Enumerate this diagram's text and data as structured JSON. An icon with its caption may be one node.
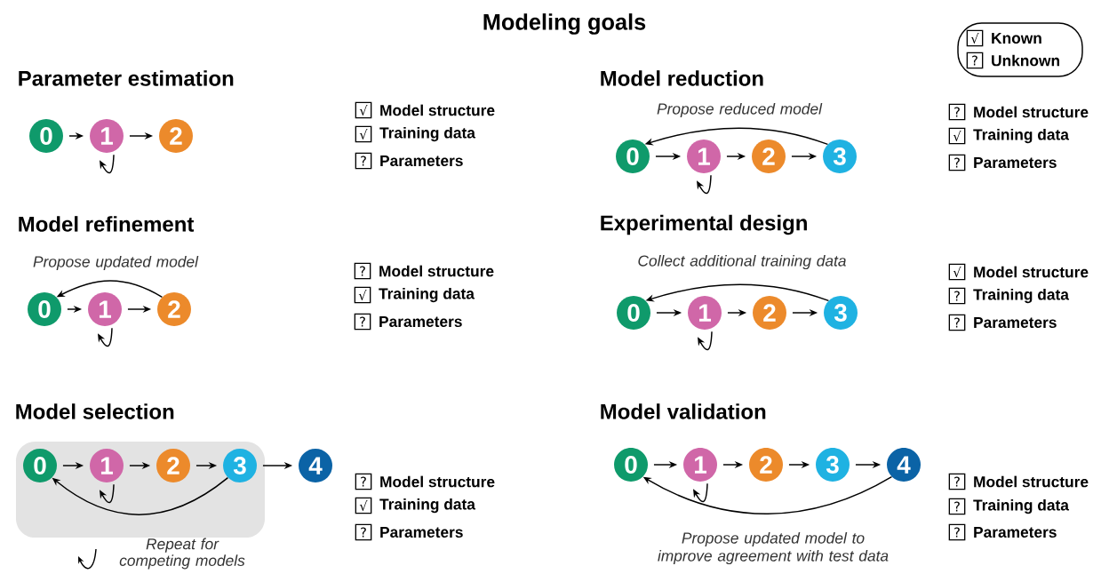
{
  "diagram": {
    "title": "Modeling goals",
    "nodes": [
      {
        "text": [],
        "shape": "box"
      },
      {
        "text": [
          "√"
        ],
        "in": 0,
        "beside": [
          "Known"
        ]
      },
      {
        "text": [
          "?"
        ],
        "in": 0,
        "beside": [
          "Unknown"
        ]
      },
      {
        "text": [
          "0"
        ]
      },
      {
        "text": [
          "1"
        ]
      },
      {
        "text": [
          "2"
        ]
      },
      {
        "text": [
          "√"
        ],
        "beside": [
          "Model structure"
        ]
      },
      {
        "text": [
          "√"
        ],
        "beside": [
          "Training data"
        ]
      },
      {
        "text": [
          "?"
        ],
        "beside": [
          "Parameters"
        ]
      },
      {
        "text": [
          "0"
        ]
      },
      {
        "text": [
          "1"
        ]
      },
      {
        "text": [
          "2"
        ]
      },
      {
        "text": [
          "3"
        ]
      },
      {
        "text": [
          "?"
        ],
        "beside": [
          "Model structure"
        ]
      },
      {
        "text": [
          "√"
        ],
        "beside": [
          "Training data"
        ]
      },
      {
        "text": [
          "?"
        ],
        "beside": [
          "Parameters"
        ]
      },
      {
        "text": [
          "0"
        ]
      },
      {
        "text": [
          "1"
        ]
      },
      {
        "text": [
          "2"
        ]
      },
      {
        "text": [
          "?"
        ],
        "beside": [
          "Model structure"
        ]
      },
      {
        "text": [
          "√"
        ],
        "beside": [
          "Training data"
        ]
      },
      {
        "text": [
          "?"
        ],
        "beside": [
          "Parameters"
        ]
      },
      {
        "text": [
          "0"
        ]
      },
      {
        "text": [
          "1"
        ]
      },
      {
        "text": [
          "2"
        ]
      },
      {
        "text": [
          "3"
        ]
      },
      {
        "text": [
          "√"
        ],
        "beside": [
          "Model structure"
        ]
      },
      {
        "text": [
          "?"
        ],
        "beside": [
          "Training data"
        ]
      },
      {
        "text": [
          "?"
        ],
        "beside": [
          "Parameters"
        ]
      },
      {
        "text": [],
        "shape": "box"
      },
      {
        "text": [
          "0"
        ],
        "in": 29
      },
      {
        "text": [
          "1"
        ],
        "in": 29
      },
      {
        "text": [
          "2"
        ],
        "in": 29
      },
      {
        "text": [
          "3"
        ],
        "in": 29
      },
      {
        "text": [
          "4"
        ]
      },
      {
        "text": [
          "?"
        ],
        "beside": [
          "Model structure"
        ]
      },
      {
        "text": [
          "√"
        ],
        "beside": [
          "Training data"
        ]
      },
      {
        "text": [
          "?"
        ],
        "beside": [
          "Parameters"
        ]
      },
      {
        "text": [
          "0"
        ]
      },
      {
        "text": [
          "1"
        ]
      },
      {
        "text": [
          "2"
        ]
      },
      {
        "text": [
          "3"
        ]
      },
      {
        "text": [
          "4"
        ]
      },
      {
        "text": [
          "?"
        ],
        "beside": [
          "Model structure"
        ]
      },
      {
        "text": [
          "?"
        ],
        "beside": [
          "Training data"
        ]
      },
      {
        "text": [
          "?"
        ],
        "beside": [
          "Parameters"
        ]
      }
    ],
    "edges": [
      {
        "from": 3,
        "to": 4,
        "arrow": "to"
      },
      {
        "from": 4,
        "to": 5,
        "arrow": "to"
      },
      {
        "from": 4,
        "to": 4,
        "arrow": "to"
      },
      {
        "from": 9,
        "to": 10,
        "arrow": "to"
      },
      {
        "from": 10,
        "to": 11,
        "arrow": "to"
      },
      {
        "from": 11,
        "to": 12,
        "arrow": "to"
      },
      {
        "from": 10,
        "to": 10,
        "arrow": "to"
      },
      {
        "from": 12,
        "to": 9,
        "arrow": "to",
        "label": "Propose reduced model"
      },
      {
        "from": 16,
        "to": 17,
        "arrow": "to"
      },
      {
        "from": 17,
        "to": 18,
        "arrow": "to"
      },
      {
        "from": 17,
        "to": 17,
        "arrow": "to"
      },
      {
        "from": 18,
        "to": 16,
        "arrow": "to",
        "label": "Propose updated model"
      },
      {
        "from": 22,
        "to": 23,
        "arrow": "to"
      },
      {
        "from": 23,
        "to": 24,
        "arrow": "to"
      },
      {
        "from": 24,
        "to": 25,
        "arrow": "to"
      },
      {
        "from": 23,
        "to": 23,
        "arrow": "to"
      },
      {
        "from": 25,
        "to": 22,
        "arrow": "to",
        "label": "Collect additional training data"
      },
      {
        "from": 30,
        "to": 31,
        "arrow": "to"
      },
      {
        "from": 31,
        "to": 32,
        "arrow": "to"
      },
      {
        "from": 32,
        "to": 33,
        "arrow": "to"
      },
      {
        "from": 33,
        "to": 34,
        "arrow": "to"
      },
      {
        "from": 31,
        "to": 31,
        "arrow": "to"
      },
      {
        "from": 33,
        "to": 30,
        "arrow": "to"
      },
      {
        "from": 38,
        "to": 39,
        "arrow": "to"
      },
      {
        "from": 39,
        "to": 40,
        "arrow": "to"
      },
      {
        "from": 40,
        "to": 41,
        "arrow": "to"
      },
      {
        "from": 41,
        "to": 42,
        "arrow": "to"
      },
      {
        "from": 39,
        "to": 39,
        "arrow": "to"
      },
      {
        "from": 42,
        "to": 38,
        "arrow": "to",
        "label": "Propose updated model to improve agreement with test data"
      }
    ],
    "labels": [
      "Parameter estimation",
      "Model reduction",
      "Model refinement",
      "Experimental design",
      "Model selection",
      "Model validation",
      "Repeat for competing models"
    ]
  }
}
